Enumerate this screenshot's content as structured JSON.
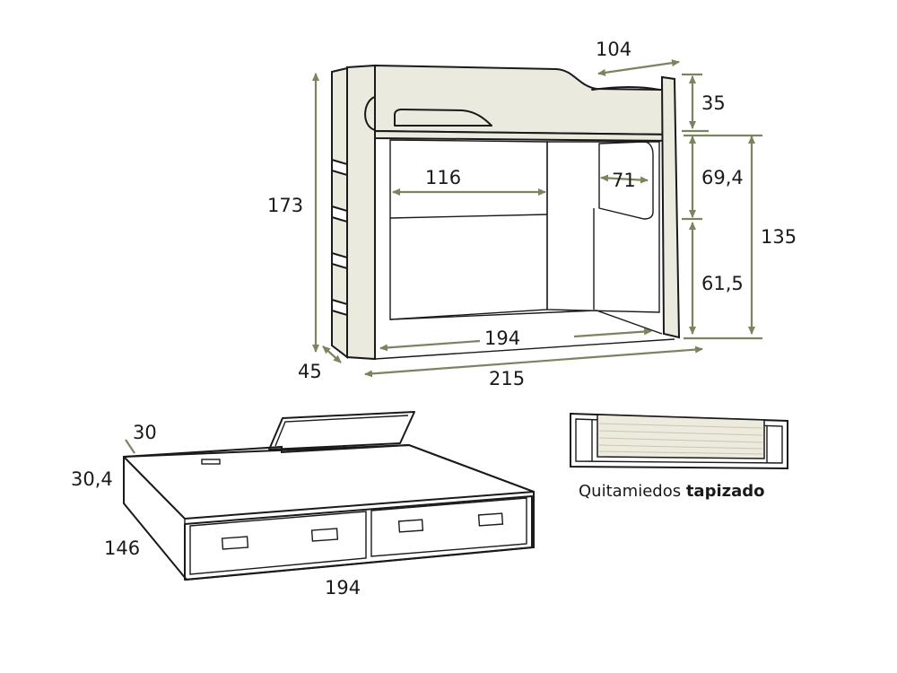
{
  "colors": {
    "outline": "#1a1a1a",
    "panel": "#ebeadf",
    "dimension_line": "#7a8560",
    "background": "#ffffff"
  },
  "bunk": {
    "dimensions": {
      "depth_top": "104",
      "guard_height": "35",
      "total_height": "173",
      "desk_width": "116",
      "shelf_width": "71",
      "upper_clearance": "69,4",
      "lower_clearance": "61,5",
      "under_height": "135",
      "inner_length": "194",
      "ladder_depth": "45",
      "total_length": "215"
    }
  },
  "trundle": {
    "dimensions": {
      "mattress_gap": "30",
      "height": "30,4",
      "depth": "146",
      "length": "194"
    }
  },
  "guard_caption": {
    "text_regular": "Quitamiedos ",
    "text_bold": "tapizado"
  }
}
